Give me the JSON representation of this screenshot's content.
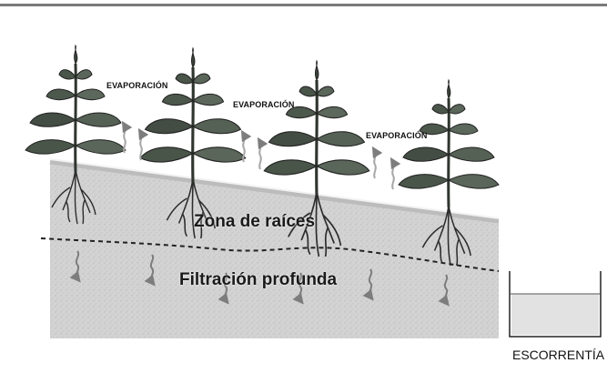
{
  "labels": {
    "evaporation": [
      "EVAPORACIÓN",
      "EVAPORACIÓN",
      "EVAPORACIÓN"
    ],
    "root_zone": "Zona de raíces",
    "deep_filtration": "Filtración profunda",
    "runoff": "ESCORRENTÍA"
  },
  "colors": {
    "soil": "#d4d4d4",
    "soil_dark": "#bdbdbd",
    "leaf": "#3f4a3f",
    "arrow": "#8a8a8a",
    "water": "#e2e2e2"
  }
}
